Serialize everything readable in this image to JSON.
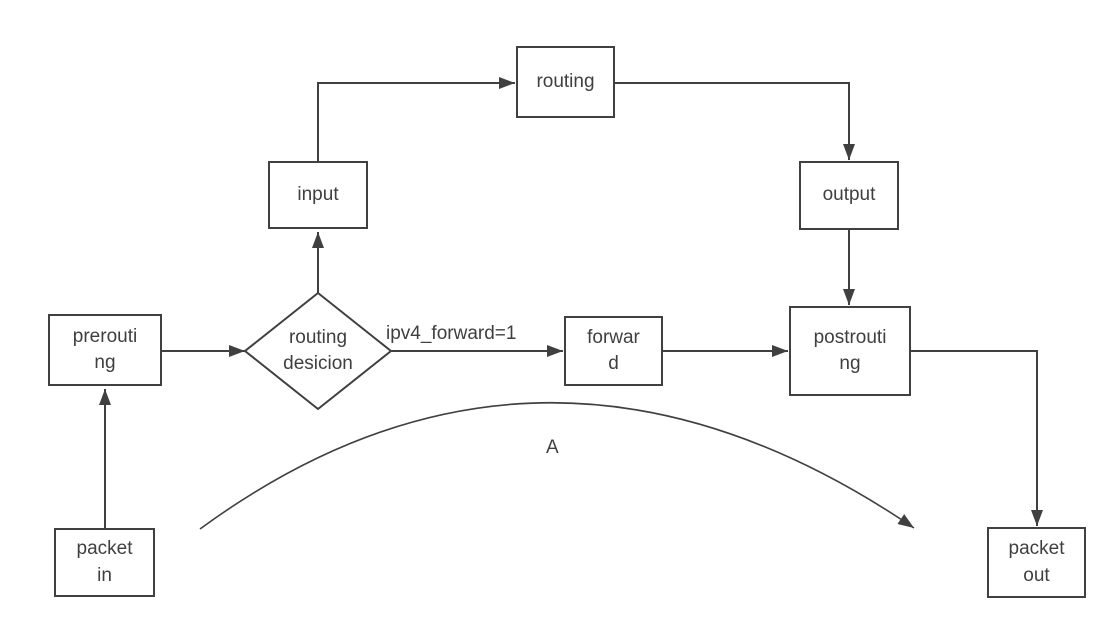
{
  "diagram": {
    "nodes": {
      "packet_in": {
        "label": "packet\nin"
      },
      "prerouting": {
        "label": "prerouti\nng"
      },
      "routing_decision": {
        "label": "routing\ndesicion",
        "shape": "diamond"
      },
      "input": {
        "label": "input"
      },
      "routing": {
        "label": "routing"
      },
      "output": {
        "label": "output"
      },
      "forward": {
        "label": "forwar\nd"
      },
      "postrouting": {
        "label": "postrouti\nng"
      },
      "packet_out": {
        "label": "packet\nout"
      }
    },
    "edge_labels": {
      "forward_condition": "ipv4_forward=1",
      "bypass_curve": "A"
    },
    "edges": [
      {
        "from": "packet_in",
        "to": "prerouting"
      },
      {
        "from": "prerouting",
        "to": "routing_decision"
      },
      {
        "from": "routing_decision",
        "to": "input"
      },
      {
        "from": "input",
        "to": "routing"
      },
      {
        "from": "routing",
        "to": "output"
      },
      {
        "from": "output",
        "to": "postrouting"
      },
      {
        "from": "routing_decision",
        "to": "forward",
        "label": "ipv4_forward=1"
      },
      {
        "from": "forward",
        "to": "postrouting"
      },
      {
        "from": "postrouting",
        "to": "packet_out"
      },
      {
        "from": "packet_in_area",
        "to": "postrouting_area",
        "label": "A",
        "style": "curved"
      }
    ],
    "colors": {
      "stroke": "#404040",
      "text": "#3f3f3f",
      "node_fill": "#ffffff",
      "background": "#ffffff"
    }
  }
}
